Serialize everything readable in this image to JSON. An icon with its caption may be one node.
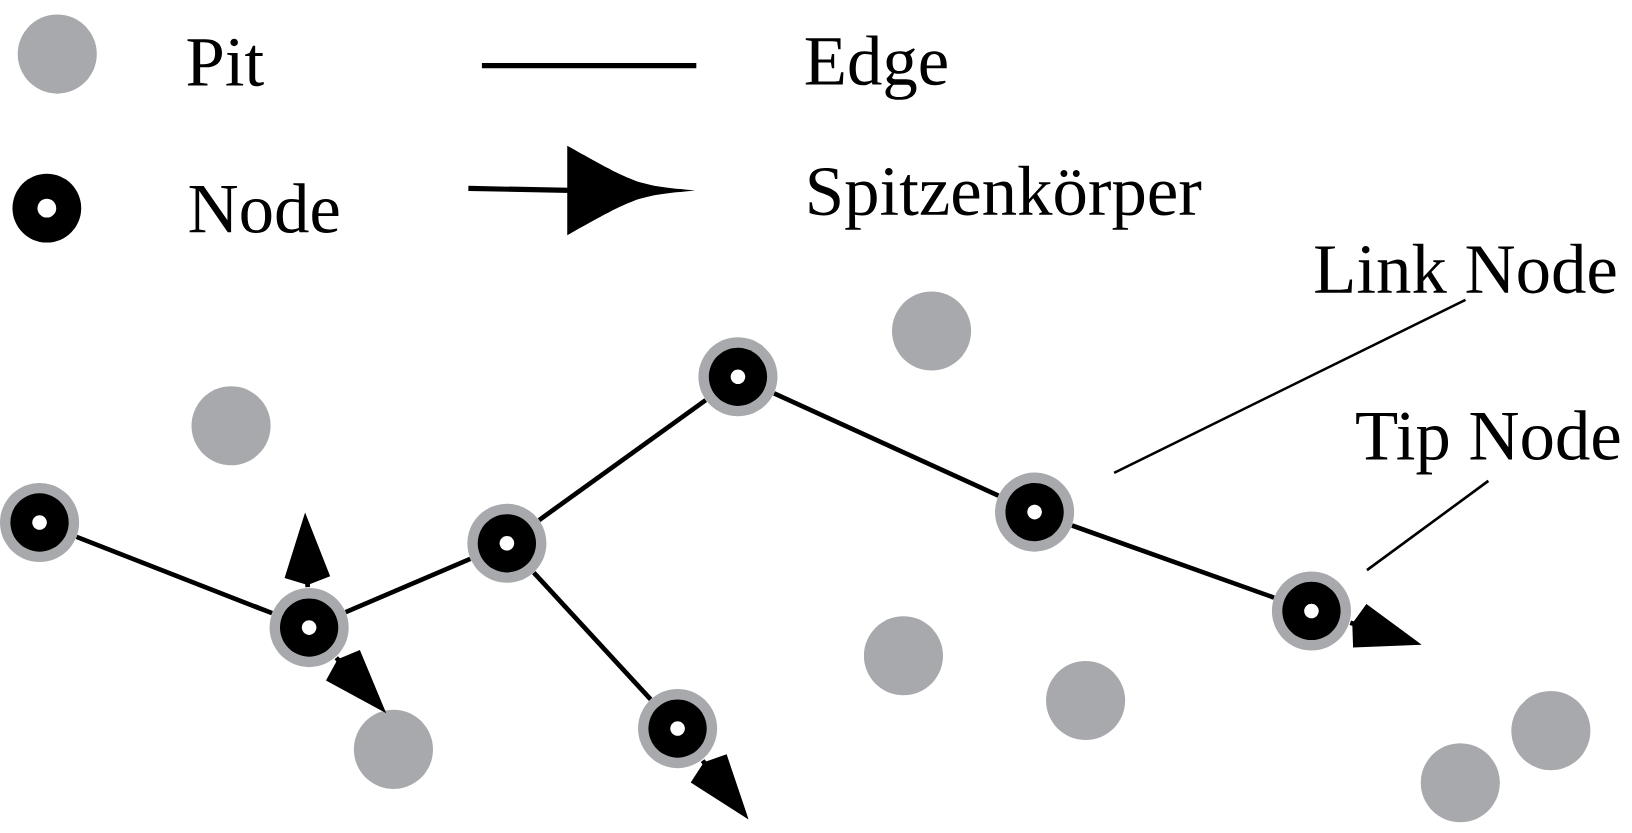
{
  "diagram": {
    "nodes": [
      {
        "text": [],
        "shape": "circle"
      },
      {
        "text": [],
        "shape": "circle"
      },
      {
        "text": [],
        "shape": "circle"
      },
      {
        "text": [],
        "shape": "circle"
      },
      {
        "text": [],
        "shape": "circle"
      },
      {
        "text": [],
        "shape": "circle"
      },
      {
        "text": [],
        "shape": "circle"
      },
      {
        "text": [
          "Link Node"
        ]
      },
      {
        "text": [
          "Tip Node"
        ]
      },
      {
        "text": [],
        "shape": "circle"
      },
      {
        "text": [],
        "shape": "circle"
      },
      {
        "text": [],
        "shape": "circle"
      },
      {
        "text": [],
        "shape": "circle"
      },
      {
        "text": [],
        "shape": "circle"
      },
      {
        "text": [],
        "shape": "circle"
      },
      {
        "text": [],
        "shape": "circle"
      }
    ],
    "edges": [
      {
        "from": 0,
        "to": 1,
        "arrow": "none"
      },
      {
        "from": 1,
        "to": 2,
        "arrow": "none"
      },
      {
        "from": 2,
        "to": 4,
        "arrow": "none"
      },
      {
        "from": 4,
        "to": 5,
        "arrow": "none"
      },
      {
        "from": 5,
        "to": 6,
        "arrow": "none"
      },
      {
        "from": 2,
        "to": 3,
        "arrow": "none"
      },
      {
        "from": 7,
        "to": 5,
        "arrow": "none"
      },
      {
        "from": 8,
        "to": 6,
        "arrow": "none"
      },
      {
        "from": 1,
        "to": null,
        "arrow": "to"
      },
      {
        "from": 1,
        "to": null,
        "arrow": "to"
      },
      {
        "from": 3,
        "to": null,
        "arrow": "to"
      },
      {
        "from": 6,
        "to": null,
        "arrow": "to"
      }
    ],
    "legend": [
      {
        "text": "Pit",
        "color": "#a7a9ac"
      },
      {
        "text": "Edge"
      },
      {
        "text": "Node"
      },
      {
        "text": "Spitzenkörper"
      }
    ]
  }
}
